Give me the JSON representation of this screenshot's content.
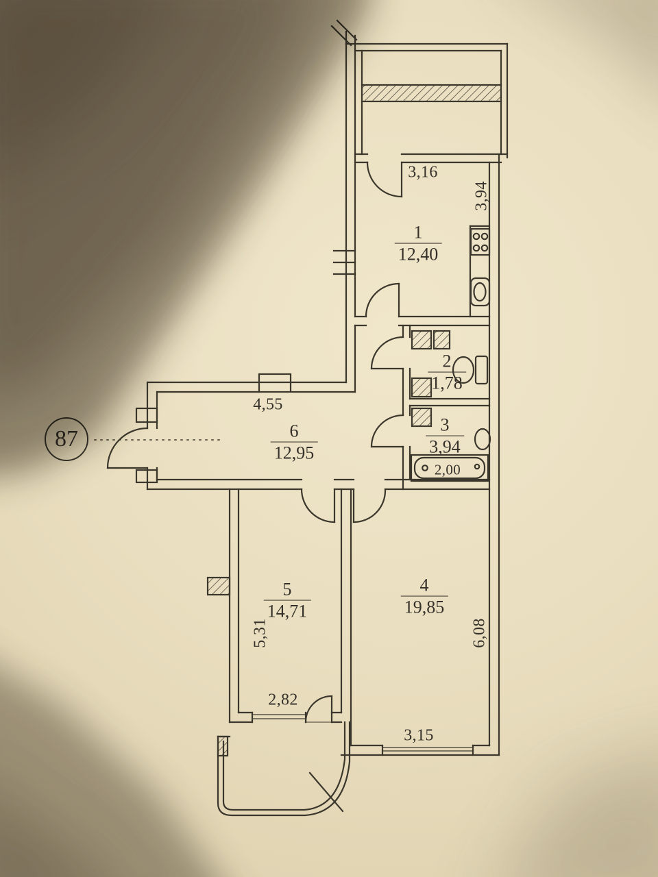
{
  "unit": {
    "number": "87"
  },
  "rooms": [
    {
      "number": "1",
      "area": "12,40"
    },
    {
      "number": "2",
      "area": "1,78"
    },
    {
      "number": "3",
      "area": "3,94"
    },
    {
      "number": "4",
      "area": "19,85"
    },
    {
      "number": "5",
      "area": "14,71"
    },
    {
      "number": "6",
      "area": "12,95"
    }
  ],
  "dimensions": {
    "kitchen_width": "3,16",
    "kitchen_depth": "3,94",
    "hall_length": "4,55",
    "room5_depth": "5,31",
    "room5_window_width": "2,82",
    "room4_depth": "6,08",
    "room4_window_width": "3,15",
    "bathtub_length": "2,00"
  },
  "colors": {
    "paper": "#e8dcbd",
    "ink": "#3b372c",
    "shadow": "#3a3023"
  }
}
